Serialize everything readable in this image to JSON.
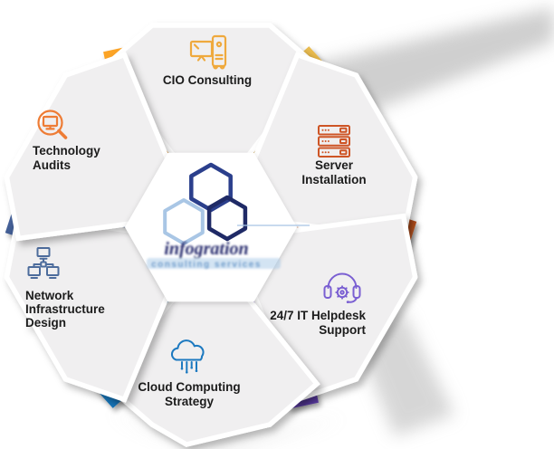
{
  "diagram": {
    "type": "hexagon-cycle-infographic",
    "flow_direction": "counterclockwise",
    "background_color": "#ffffff",
    "petal_fill": "#f0eff0",
    "text_color": "#1b1b1b",
    "center_logo": {
      "logo_text": "infogration",
      "tagline": "consulting services",
      "hexagon_colors": [
        "#2b3f8c",
        "#a9c6e5",
        "#1f2a66"
      ]
    },
    "segments": [
      {
        "label": "CIO Consulting",
        "lines": [
          "CIO Consulting"
        ],
        "icon": "desktop-pc-icon",
        "icon_color": "#efa93c",
        "position": "top"
      },
      {
        "label": "Server Installation",
        "lines": [
          "Server",
          "Installation"
        ],
        "icon": "server-rack-icon",
        "icon_color": "#ce5526",
        "position": "top-right"
      },
      {
        "label": "24/7 IT Helpdesk Support",
        "lines": [
          "24/7 IT Helpdesk",
          "Support"
        ],
        "icon": "headset-gear-icon",
        "icon_color": "#7a5fd2",
        "position": "bottom-right"
      },
      {
        "label": "Cloud Computing Strategy",
        "lines": [
          "Cloud Computing",
          "Strategy"
        ],
        "icon": "cloud-circuit-icon",
        "icon_color": "#1b79c0",
        "position": "bottom"
      },
      {
        "label": "Network Infrastructure Design",
        "lines": [
          "Network",
          "Infrastructure",
          "Design"
        ],
        "icon": "network-tree-icon",
        "icon_color": "#4e6c9c",
        "position": "bottom-left"
      },
      {
        "label": "Technology Audits",
        "lines": [
          "Technology",
          "Audits"
        ],
        "icon": "magnifier-monitor-icon",
        "icon_color": "#ee7c35",
        "position": "top-left"
      }
    ],
    "chevrons": [
      {
        "position": "top-left",
        "color": "#f5920e"
      },
      {
        "position": "top-right",
        "color": "#edbe49"
      },
      {
        "position": "right",
        "color": "#c2521b"
      },
      {
        "position": "bottom-right",
        "color": "#6f4bbe"
      },
      {
        "position": "bottom-left",
        "color": "#1176bc"
      },
      {
        "position": "left",
        "color": "#3e5a92"
      }
    ]
  }
}
